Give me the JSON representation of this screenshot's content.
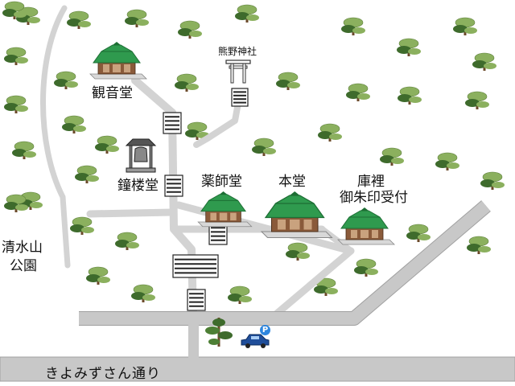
{
  "labels": {
    "kannondo": "観音堂",
    "kumano": "熊野神社",
    "shorodo": "鐘楼堂",
    "yakushido": "薬師堂",
    "hondo": "本堂",
    "kuri_line1": "庫裡",
    "kuri_line2": "御朱印受付",
    "park_line1": "清水山",
    "park_line2": "公園",
    "street": "きよみずさん通り",
    "parking": "P"
  },
  "icons": {
    "tree": "pine-tree-icon",
    "temple": "temple-building-icon",
    "torii": "torii-gate-icon",
    "bell": "bell-tower-icon",
    "stairs": "stairs-icon",
    "car": "car-icon",
    "parking": "parking-sign-icon"
  },
  "colors": {
    "road": "#c8c8c8",
    "road_edge": "#a0a0a0",
    "path": "#d3d3d3",
    "tree_light": "#8bb05e",
    "tree_dark": "#3e6b2c",
    "trunk": "#6b4a2a",
    "roof": "#2f9a4e",
    "roof_dark": "#1d6e34",
    "car": "#1f4e9a",
    "parking": "#2e86de"
  }
}
